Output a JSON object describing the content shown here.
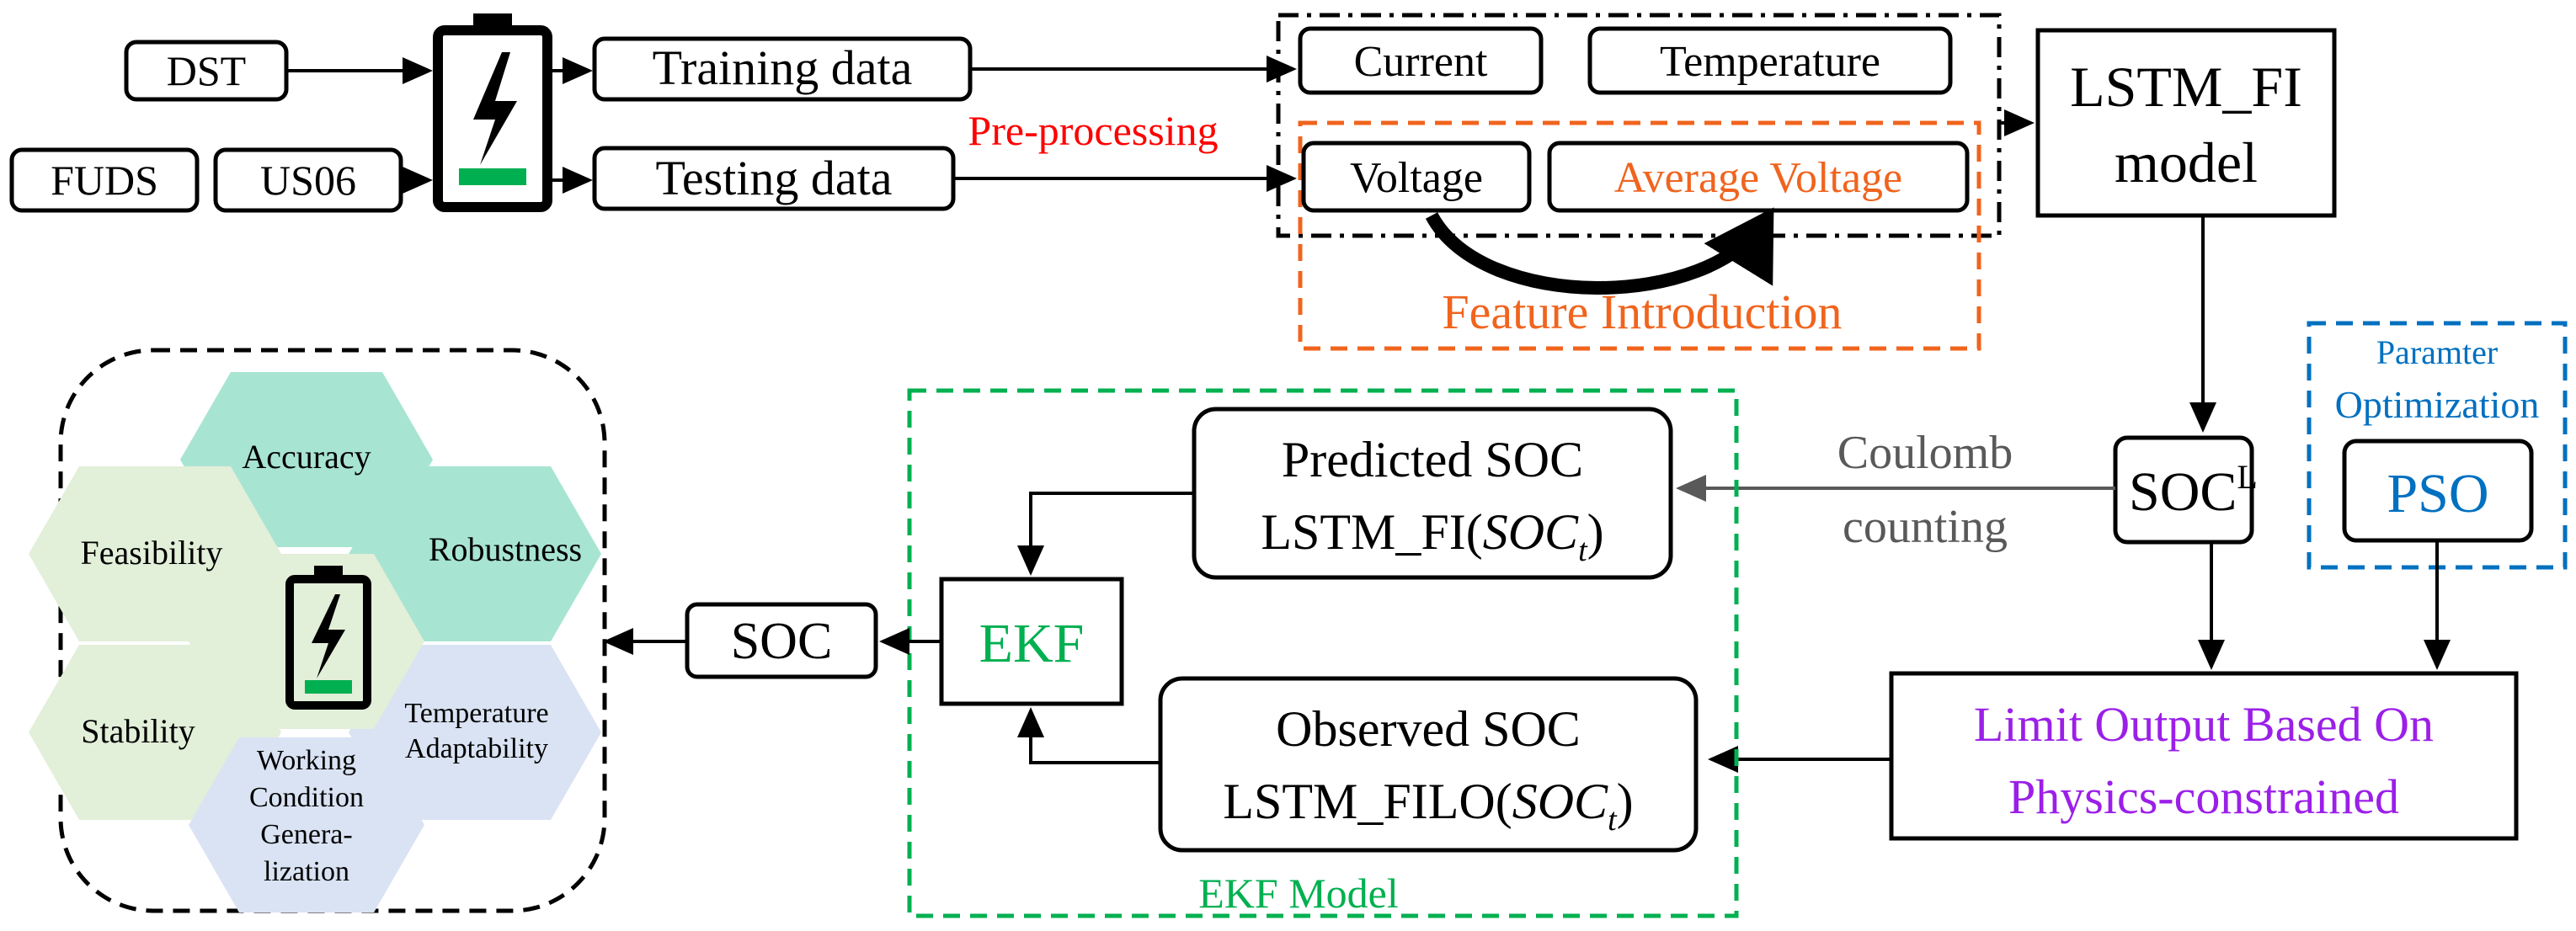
{
  "inputs": {
    "dst": "DST",
    "fuds": "FUDS",
    "us06": "US06",
    "training_data": "Training data",
    "testing_data": "Testing data"
  },
  "preprocessing": {
    "label": "Pre-processing",
    "current": "Current",
    "temperature": "Temperature",
    "voltage": "Voltage",
    "average_voltage": "Average Voltage",
    "feature_introduction": "Feature Introduction"
  },
  "lstm_model": {
    "line1": "LSTM_FI",
    "line2": "model"
  },
  "soc_l": {
    "base": "SOC",
    "superscript": "L"
  },
  "pso": {
    "group_line1": "Paramter",
    "group_line2": "Optimization",
    "label": "PSO"
  },
  "limit_output": {
    "line1": "Limit Output Based On",
    "line2": "Physics-constrained"
  },
  "coulomb": {
    "line1": "Coulomb",
    "line2": "counting"
  },
  "ekf_model": {
    "group_label": "EKF Model",
    "ekf": "EKF",
    "predicted_line1": "Predicted SOC",
    "predicted_line2_prefix": "LSTM_FI(",
    "observed_line1": "Observed SOC",
    "observed_line2_prefix": "LSTM_FILO(",
    "soc_italic": "SOC",
    "subscript_t": "t",
    "close_paren": ")"
  },
  "soc_output": "SOC",
  "evaluation": {
    "accuracy": "Accuracy",
    "feasibility": "Feasibility",
    "robustness": "Robustness",
    "stability": "Stability",
    "temperature_line1": "Temperature",
    "temperature_line2": "Adaptability",
    "working_line1": "Working",
    "working_line2": "Condition",
    "working_line3": "Genera-",
    "working_line4": "lization"
  },
  "colors": {
    "black": "#000000",
    "orange": "#f0641e",
    "red": "#ff0000",
    "green": "#00b050",
    "blue": "#0070c0",
    "purple": "#9b1fe8",
    "gray": "#595959",
    "hex_teal": "#a8e4d2",
    "hex_lightgreen": "#e2efd9",
    "hex_lightblue": "#d9e3f3",
    "battery_green": "#00b050"
  }
}
